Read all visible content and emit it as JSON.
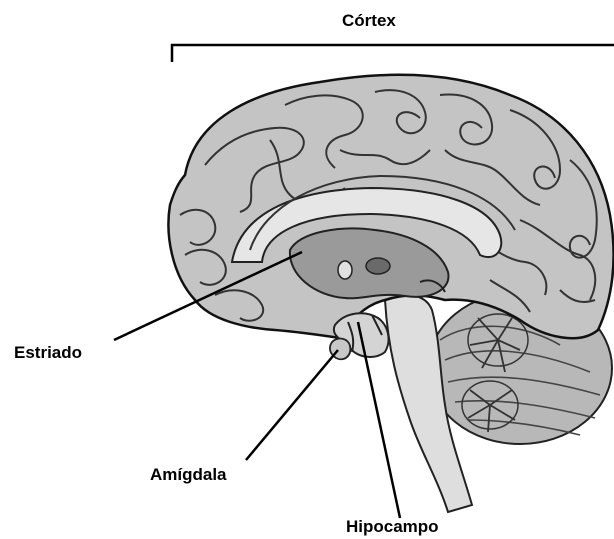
{
  "labels": {
    "cortex": "Córtex",
    "striatum": "Estriado",
    "amygdala": "Amígdala",
    "hippocampus": "Hipocampo"
  },
  "colors": {
    "background": "#ffffff",
    "ink": "#000000",
    "gray_matter": "#bcbcbc",
    "gray_light": "#dcdcdc",
    "gray_dark": "#8a8a8a"
  }
}
